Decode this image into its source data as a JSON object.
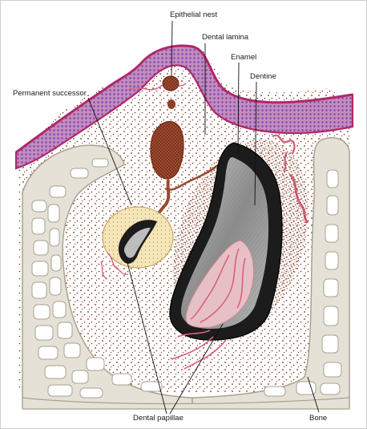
{
  "labels": {
    "epithelial_nest": "Epithelial nest",
    "dental_lamina": "Dental lamina",
    "enamel": "Enamel",
    "dentine": "Dentine",
    "permanent_successor": "Permanent successor",
    "dental_papillae": "Dental papillae",
    "bone": "Bone"
  },
  "colors": {
    "epithelium": "#b0286a",
    "epithelium_cells": "#6a4aa0",
    "mesenchyme_dots": "#7a3018",
    "epithelial_nest": "#8a3a26",
    "bone_fill": "#e6e1d6",
    "bone_edge": "#a9a292",
    "enamel": "#1c1c1c",
    "dentine": "#9a9a9a",
    "successor_fill": "#f4e6b8",
    "papilla_vessels": "#d9607e"
  }
}
